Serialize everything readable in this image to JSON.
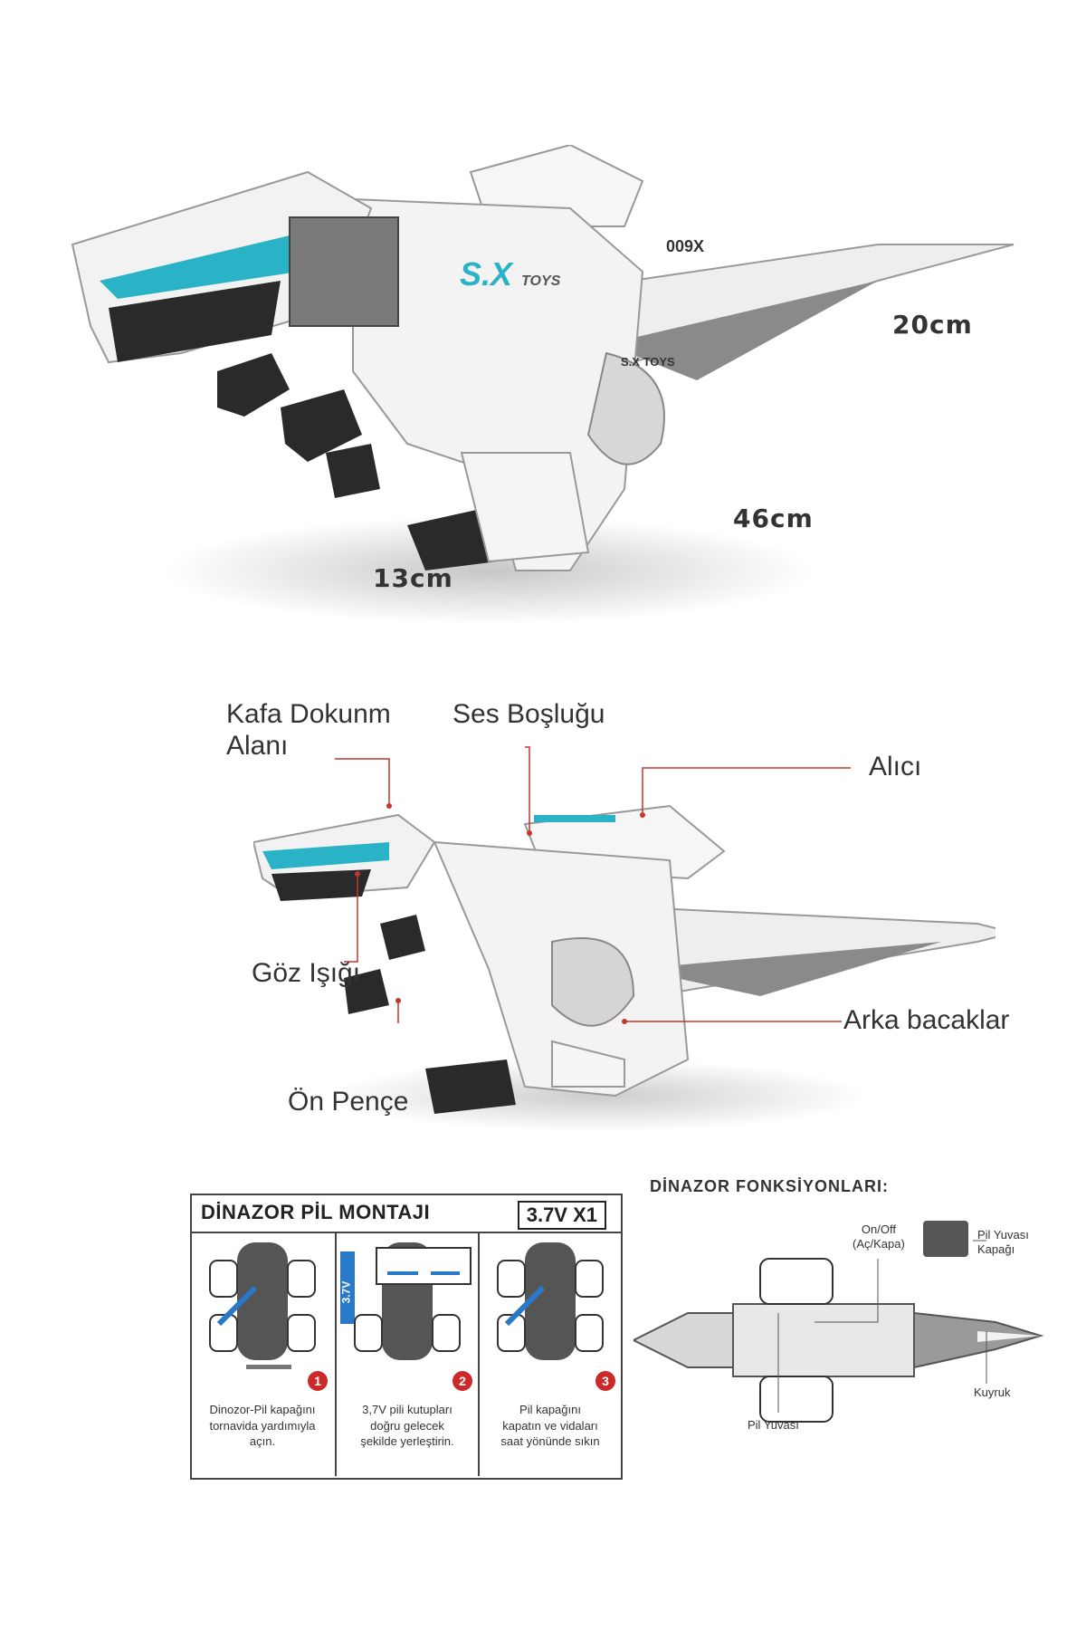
{
  "dimensions": {
    "height": "20cm",
    "length": "46cm",
    "width": "13cm"
  },
  "callouts": {
    "head_touch_line1": "Kafa Dokunm",
    "head_touch_line2": "Alanı",
    "sound": "Ses Boşluğu",
    "receiver": "Alıcı",
    "eye_light": "Göz Işığı",
    "rear_legs": "Arka bacaklar",
    "front_claw": "Ön Pençe"
  },
  "brand": {
    "logo_text": "S.X",
    "logo_sub": "TOYS",
    "badge": "S.X TOYS",
    "model": "009X"
  },
  "battery_panel": {
    "title": "DİNAZOR PİL MONTAJI",
    "voltage": "3.7V X1",
    "battery_label": "3.7V",
    "steps": [
      {
        "num": "1",
        "line1": "Dinozor-Pil kapağını",
        "line2": "tornavida yardımıyla",
        "line3": "açın."
      },
      {
        "num": "2",
        "line1": "3,7V pili kutupları",
        "line2": "doğru gelecek",
        "line3": "şekilde yerleştirin."
      },
      {
        "num": "3",
        "line1": "Pil kapağını",
        "line2": "kapatın ve vidaları",
        "line3": "saat yönünde sıkın"
      }
    ]
  },
  "functions": {
    "title": "DİNAZOR FONKSİYONLARI:",
    "onoff_line1": "On/Off",
    "onoff_line2": "(Aç/Kapa)",
    "cover_line1": "Pil Yuvası",
    "cover_line2": "Kapağı",
    "battery_slot": "Pil Yuvası",
    "tail": "Kuyruk"
  },
  "colors": {
    "accent": "#2ab3c6",
    "callout_line": "#c0392b",
    "body": "#f2f2f2",
    "dark": "#2a2a2a",
    "grey": "#8a8a8a"
  }
}
